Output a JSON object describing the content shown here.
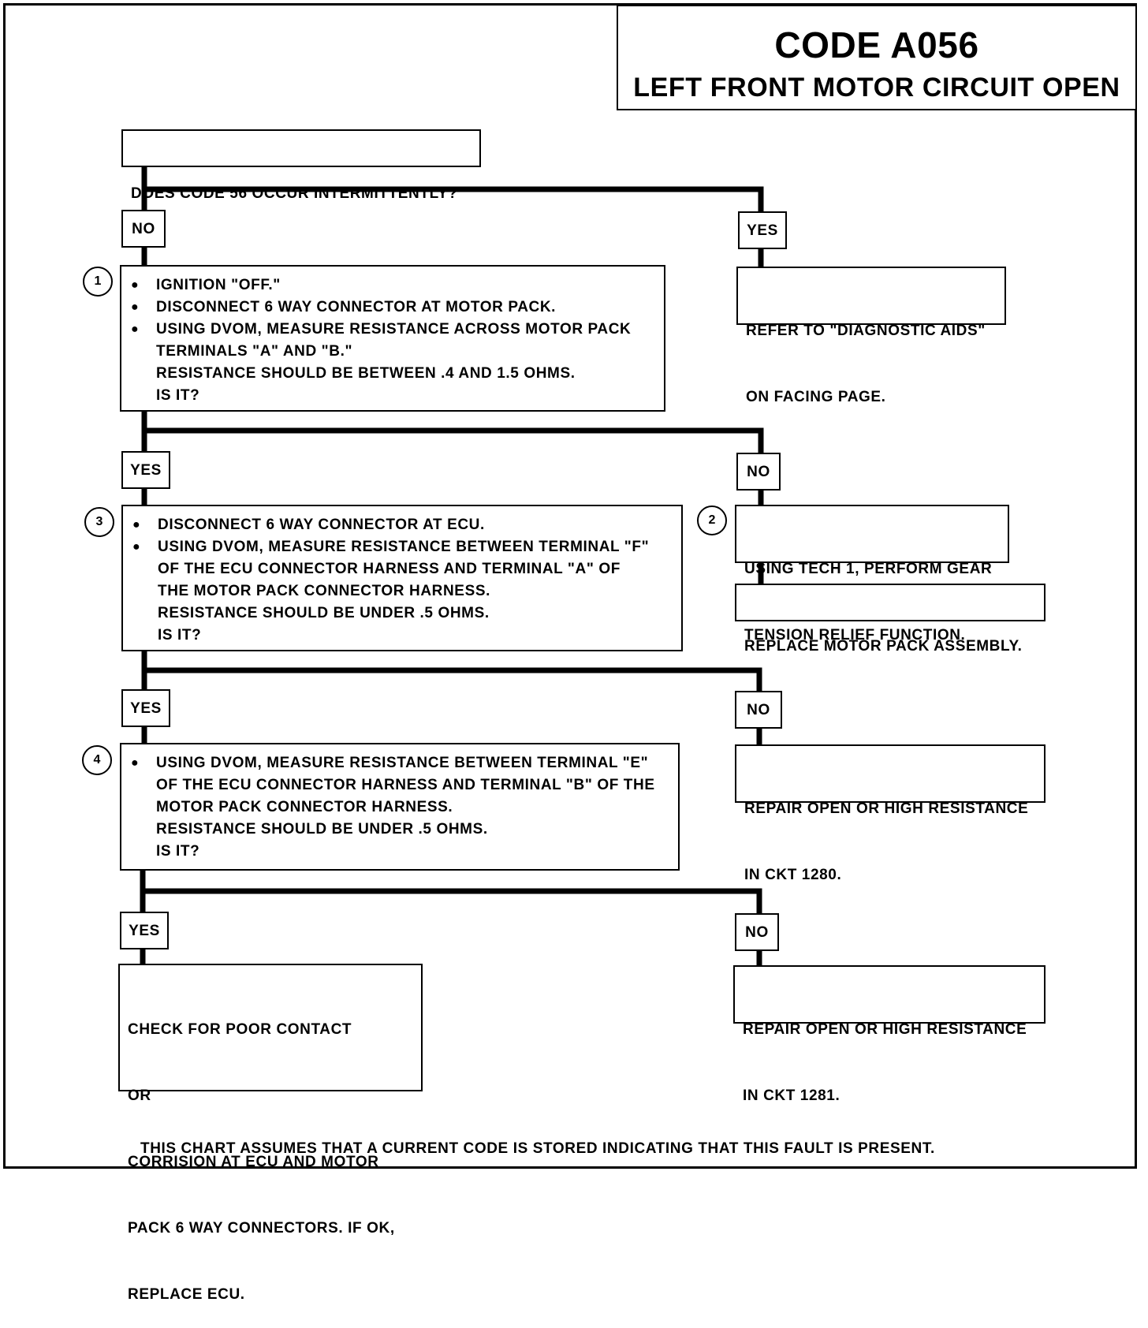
{
  "title": {
    "code": "CODE A056",
    "subtitle": "LEFT FRONT MOTOR CIRCUIT OPEN"
  },
  "question": "DOES CODE 56 OCCUR INTERMITTENTLY?",
  "labels": {
    "q_no": "NO",
    "q_yes": "YES",
    "s1_yes": "YES",
    "s1_no": "NO",
    "s3_yes": "YES",
    "s3_no": "NO",
    "s4_yes": "YES",
    "s4_no": "NO"
  },
  "step1": {
    "number": "1",
    "bullets": [
      "IGNITION \"OFF.\"",
      "DISCONNECT 6 WAY CONNECTOR AT MOTOR PACK.",
      "USING DVOM, MEASURE RESISTANCE ACROSS MOTOR PACK"
    ],
    "continuation": [
      "TERMINALS \"A\" AND \"B.\"",
      "RESISTANCE SHOULD BE BETWEEN .4 AND 1.5 OHMS.",
      "IS IT?"
    ]
  },
  "refer": {
    "lines": [
      "REFER TO \"DIAGNOSTIC AIDS\"",
      "ON FACING PAGE."
    ]
  },
  "step3": {
    "number": "3",
    "bullets": [
      "DISCONNECT 6 WAY CONNECTOR AT ECU.",
      "USING DVOM, MEASURE RESISTANCE BETWEEN TERMINAL \"F\""
    ],
    "continuation": [
      "OF THE ECU CONNECTOR HARNESS AND TERMINAL \"A\" OF",
      "THE MOTOR PACK CONNECTOR HARNESS.",
      "RESISTANCE SHOULD BE UNDER .5 OHMS.",
      "IS IT?"
    ]
  },
  "step2": {
    "number": "2",
    "lines": [
      "USING TECH 1, PERFORM GEAR",
      "TENSION RELIEF FUNCTION."
    ]
  },
  "replace_motor": "REPLACE MOTOR PACK ASSEMBLY.",
  "step4": {
    "number": "4",
    "bullets": [
      "USING DVOM, MEASURE RESISTANCE BETWEEN TERMINAL \"E\""
    ],
    "continuation": [
      "OF THE ECU CONNECTOR HARNESS AND TERMINAL \"B\" OF THE",
      "MOTOR PACK CONNECTOR HARNESS.",
      "RESISTANCE SHOULD BE UNDER .5 OHMS.",
      "IS IT?"
    ]
  },
  "repair1280": {
    "lines": [
      "REPAIR OPEN OR HIGH RESISTANCE",
      "IN CKT 1280."
    ]
  },
  "check_contact": {
    "lines": [
      "CHECK FOR POOR CONTACT",
      "OR",
      "CORRISION AT ECU AND MOTOR",
      "PACK 6 WAY CONNECTORS.  IF OK,",
      "REPLACE ECU."
    ]
  },
  "repair1281": {
    "lines": [
      "REPAIR OPEN OR HIGH RESISTANCE",
      "IN CKT 1281."
    ]
  },
  "footnote": "THIS CHART ASSUMES THAT A CURRENT CODE IS STORED INDICATING THAT THIS FAULT IS PRESENT."
}
